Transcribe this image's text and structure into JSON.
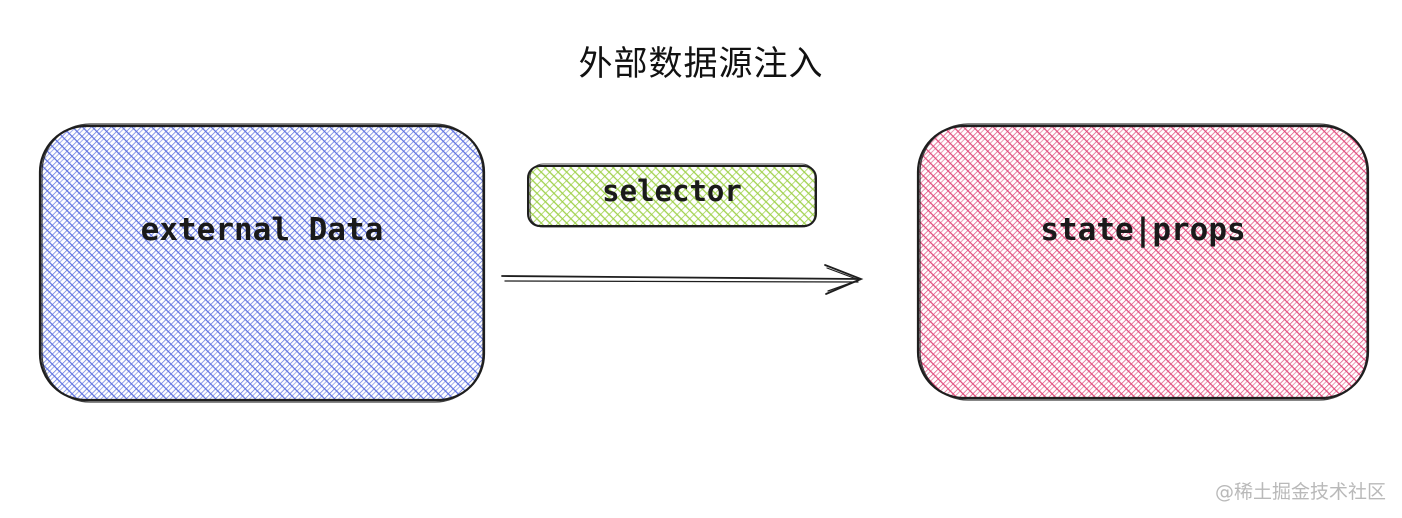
{
  "title": "外部数据源注入",
  "nodes": {
    "source": {
      "label": "external Data",
      "fill": "#5b6fe0"
    },
    "target": {
      "label": "state|props",
      "fill": "#e0487a"
    },
    "selector": {
      "label": "selector",
      "fill": "#9fd14a"
    }
  },
  "stroke_color": "#1e1e1e",
  "watermark": "@稀土掘金技术社区"
}
